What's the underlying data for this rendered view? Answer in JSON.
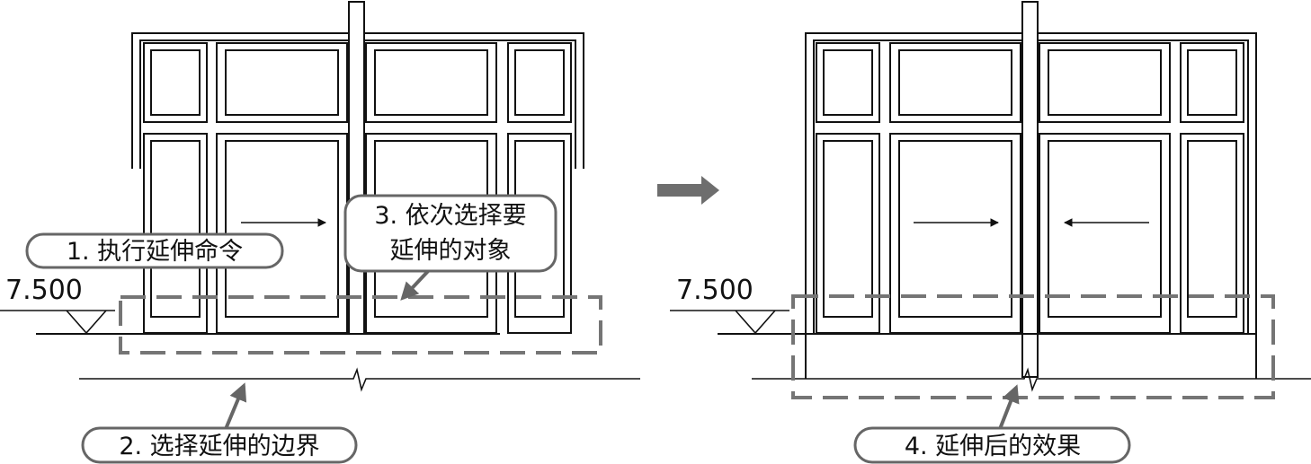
{
  "before": {
    "level_label": "7.500",
    "callouts": {
      "step1": "1. 执行延伸命令",
      "step2": "2. 选择延伸的边界",
      "step3_line1": "3. 依次选择要",
      "step3_line2": "延伸的对象"
    }
  },
  "after": {
    "level_label": "7.500",
    "callouts": {
      "step4": "4. 延伸后的效果"
    }
  },
  "colors": {
    "line": "#111111",
    "dashed_boundary": "#757575",
    "callout_border": "#666666",
    "transition_arrow": "#6e6e6e"
  }
}
